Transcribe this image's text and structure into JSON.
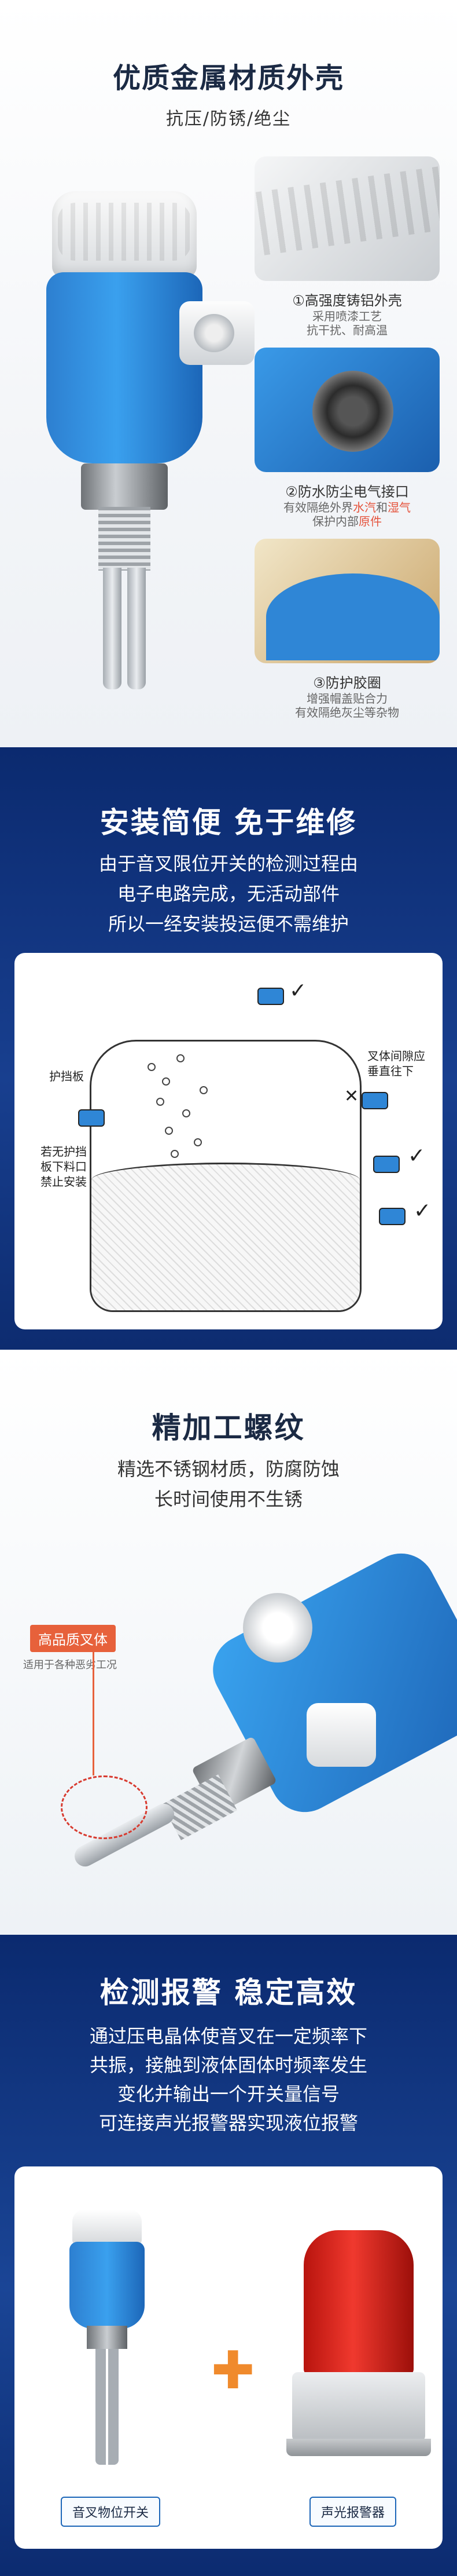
{
  "section1": {
    "title": "优质金属材质外壳",
    "subtitle": "抗压/防锈/绝尘",
    "features": [
      {
        "title": "①高强度铸铝外壳",
        "desc": [
          "采用喷漆工艺",
          "抗干扰、耐高温"
        ]
      },
      {
        "title": "②防水防尘电气接口",
        "desc_prefix": "有效隔绝外界",
        "desc_hl": "水汽",
        "desc_mid": "和",
        "desc_hl2": "湿气",
        "desc2": "保护内部",
        "desc2_hl": "原件"
      },
      {
        "title": "③防护胶圈",
        "desc": [
          "增强帽盖贴合力",
          "有效隔绝灰尘等杂物"
        ]
      }
    ]
  },
  "section2": {
    "title": "安装简便 免于维修",
    "desc": [
      "由于音叉限位开关的检测过程由",
      "电子电路完成，无活动部件",
      "所以一经安装投运便不需维护"
    ],
    "labels": {
      "guard": "护挡板",
      "no_guard": [
        "若无护挡",
        "板下料口",
        "禁止安装"
      ],
      "fork_gap": [
        "叉体间隙应",
        "垂直往下"
      ]
    }
  },
  "section3": {
    "title": "精加工螺纹",
    "desc": [
      "精选不锈钢材质，防腐防蚀",
      "长时间使用不生锈"
    ],
    "badge": "高品质叉体",
    "badge_sub": "适用于各种恶劣工况"
  },
  "section4": {
    "title": "检测报警 稳定高效",
    "desc": [
      "通过压电晶体使音叉在一定频率下",
      "共振，接触到液体固体时频率发生",
      "变化并输出一个开关量信号",
      "可连接声光报警器实现液位报警"
    ],
    "label_left": "音叉物位开关",
    "label_right": "声光报警器"
  }
}
